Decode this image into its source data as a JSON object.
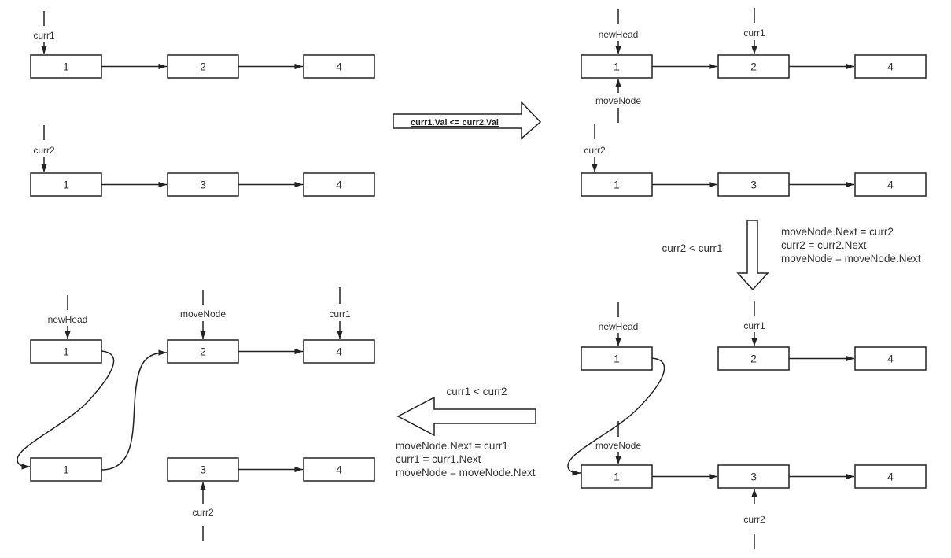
{
  "panel1": {
    "list1": [
      "1",
      "2",
      "4"
    ],
    "list2": [
      "1",
      "3",
      "4"
    ],
    "pointers": {
      "curr1": "curr1",
      "curr2": "curr2"
    }
  },
  "transition1": {
    "label": "curr1.Val <= curr2.Val"
  },
  "panel2": {
    "list1": [
      "1",
      "2",
      "4"
    ],
    "list2": [
      "1",
      "3",
      "4"
    ],
    "pointers": {
      "newHead": "newHead",
      "curr1": "curr1",
      "moveNode": "moveNode",
      "curr2": "curr2"
    }
  },
  "transition2": {
    "label": "curr2 < curr1",
    "code": [
      "moveNode.Next = curr2",
      "curr2 = curr2.Next",
      "moveNode = moveNode.Next"
    ]
  },
  "panel3": {
    "list1": [
      "1",
      "2",
      "4"
    ],
    "list2": [
      "1",
      "3",
      "4"
    ],
    "pointers": {
      "newHead": "newHead",
      "curr1": "curr1",
      "moveNode": "moveNode",
      "curr2": "curr2"
    }
  },
  "transition3": {
    "label": "curr1 < curr2",
    "code": [
      "moveNode.Next = curr1",
      "curr1 = curr1.Next",
      "moveNode = moveNode.Next"
    ]
  },
  "panel4": {
    "list1": [
      "1",
      "2",
      "4"
    ],
    "list2": [
      "1",
      "3",
      "4"
    ],
    "pointers": {
      "newHead": "newHead",
      "moveNode": "moveNode",
      "curr1": "curr1",
      "curr2": "curr2"
    }
  }
}
